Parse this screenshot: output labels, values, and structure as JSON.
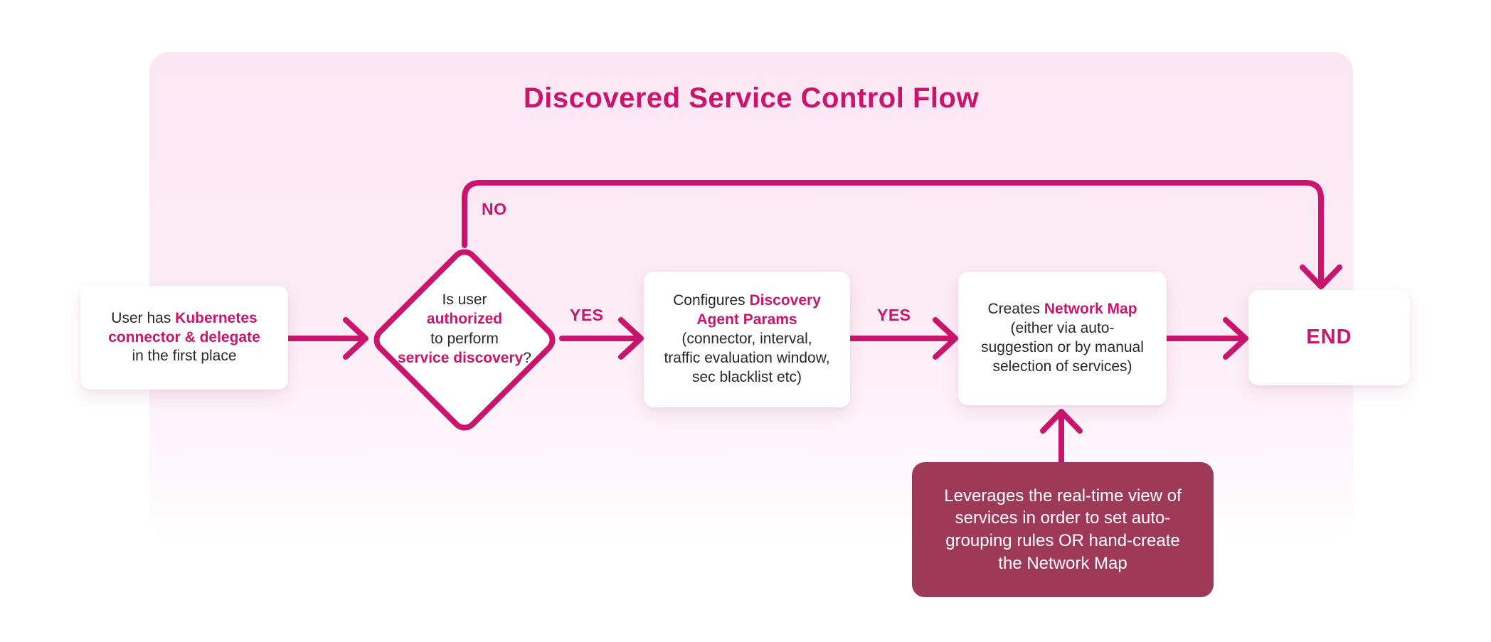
{
  "title": "Discovered Service Control Flow",
  "colors": {
    "accent": "#c9156c",
    "note_bg": "#9e3a58",
    "panel_top": "#fbe7f3",
    "panel_bottom": "#fffdfe",
    "node_bg": "#ffffff",
    "text": "#26282b"
  },
  "labels": {
    "no": "NO",
    "yes_decision": "YES",
    "yes_configure": "YES"
  },
  "nodes": {
    "start": {
      "parts": [
        {
          "text": "User has "
        },
        {
          "text": "Kubernetes",
          "accent": true
        },
        {
          "br": true
        },
        {
          "text": "connector & delegate",
          "accent": true
        },
        {
          "br": true
        },
        {
          "text": "in the first place"
        }
      ]
    },
    "decision": {
      "parts": [
        {
          "text": "Is user"
        },
        {
          "br": true
        },
        {
          "text": "authorized",
          "accent": true
        },
        {
          "br": true
        },
        {
          "text": "to perform"
        },
        {
          "br": true
        },
        {
          "text": "service discovery",
          "accent": true
        },
        {
          "text": "?"
        }
      ]
    },
    "configure": {
      "parts": [
        {
          "text": "Configures "
        },
        {
          "text": "Discovery",
          "accent": true
        },
        {
          "br": true
        },
        {
          "text": "Agent Params",
          "accent": true
        },
        {
          "br": true
        },
        {
          "text": "(connector, interval,"
        },
        {
          "br": true
        },
        {
          "text": "traffic evaluation window,"
        },
        {
          "br": true
        },
        {
          "text": "sec blacklist etc)"
        }
      ]
    },
    "create_map": {
      "parts": [
        {
          "text": "Creates "
        },
        {
          "text": "Network Map",
          "accent": true
        },
        {
          "br": true
        },
        {
          "text": "(either via auto-"
        },
        {
          "br": true
        },
        {
          "text": "suggestion or by manual"
        },
        {
          "br": true
        },
        {
          "text": "selection of services)"
        }
      ]
    },
    "end": {
      "label": "END"
    },
    "note": {
      "parts": [
        {
          "text": "Leverages the real-time view of"
        },
        {
          "br": true
        },
        {
          "text": "services in order to set auto-"
        },
        {
          "br": true
        },
        {
          "text": "grouping rules OR hand-create"
        },
        {
          "br": true
        },
        {
          "text": "the Network Map"
        }
      ]
    }
  }
}
